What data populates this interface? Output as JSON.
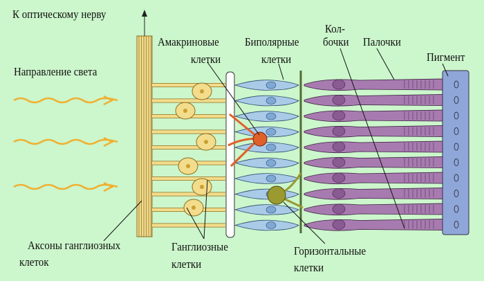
{
  "labels": {
    "optic_nerve": "К оптическому нерву",
    "light_direction": "Направление света",
    "amacrine_1": "Амакриновые",
    "amacrine_2": "клетки",
    "bipolar_1": "Биполярные",
    "bipolar_2": "клетки",
    "cones_1": "Кол-",
    "cones_2": "бочки",
    "rods": "Палочки",
    "pigment": "Пигмент",
    "axons_1": "Аксоны ганглиозных",
    "axons_2": "клеток",
    "ganglion_1": "Ганглиозные",
    "ganglion_2": "клетки",
    "horizontal_1": "Горизонтальные",
    "horizontal_2": "клетки"
  },
  "colors": {
    "background": "#ccf6cc",
    "ganglion": "#f3dc8c",
    "bipolar": "#a9cbe8",
    "rods_cones": "#a87bb0",
    "pigment": "#8fa6d8",
    "amacrine": "#e0602a",
    "horizontal": "#9a9a30",
    "light_arrow": "#f0b030"
  }
}
